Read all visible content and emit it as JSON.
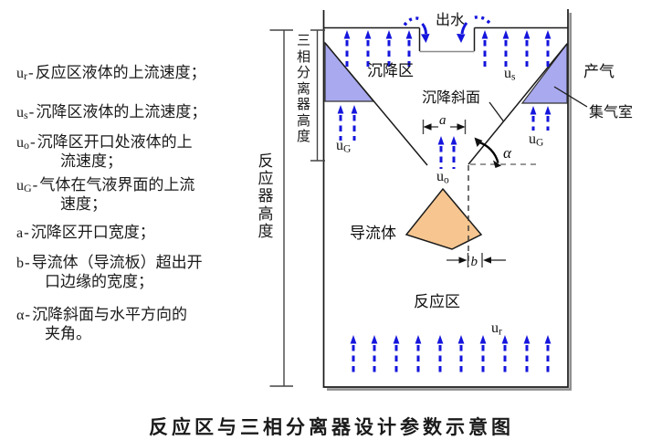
{
  "caption": "反应区与三相分离器设计参数示意图",
  "legend": {
    "entries": [
      {
        "id": "ur",
        "sym": "u",
        "sub": "r",
        "sep": "-",
        "lines": [
          "反应区液体的上流速度；"
        ]
      },
      {
        "id": "us",
        "sym": "u",
        "sub": "s",
        "sep": "-",
        "lines": [
          "沉降区液体的上流速度；"
        ]
      },
      {
        "id": "uo",
        "sym": "u",
        "sub": "o",
        "sep": "-",
        "lines": [
          "沉降区开口处液体的上",
          "流速度；"
        ]
      },
      {
        "id": "uG",
        "sym": "u",
        "sub": "G",
        "sep": "-",
        "lines": [
          "气体在气液界面的上流",
          "速度；"
        ]
      },
      {
        "id": "a",
        "sym": "a",
        "sub": "",
        "sep": "-",
        "lines": [
          "沉降区开口宽度；"
        ]
      },
      {
        "id": "b",
        "sym": "b",
        "sub": "",
        "sep": "-",
        "lines": [
          "导流体（导流板）超出开",
          "口边缘的宽度；"
        ]
      },
      {
        "id": "alpha",
        "sym": "α",
        "sub": "",
        "sep": "-",
        "lines": [
          "沉降斜面与水平方向的",
          "夹角。"
        ]
      }
    ]
  },
  "diagram": {
    "labels": {
      "outlet": "出水",
      "settling_zone": "沉降区",
      "gas_out": "产气",
      "gas_chamber": "集气室",
      "slope": "沉降斜面",
      "deflector": "导流体",
      "reaction_zone": "反应区",
      "reactor_height": "反应器高度",
      "separator_height": "三相分离器高度",
      "dim_a": "a",
      "dim_b": "b",
      "angle_alpha": "α",
      "velocity_us_main": "u",
      "velocity_us_sub": "s",
      "velocity_uo_main": "u",
      "velocity_uo_sub": "o",
      "velocity_uG_main": "u",
      "velocity_uG_sub": "G",
      "velocity_ur_main": "u",
      "velocity_ur_sub": "r"
    },
    "colors": {
      "arrow": "#1515dd",
      "gas_chamber_fill": "#a9a9ef",
      "deflector_fill": "#f7c690",
      "line": "#1a1a1a",
      "shadow": "#909090"
    }
  }
}
